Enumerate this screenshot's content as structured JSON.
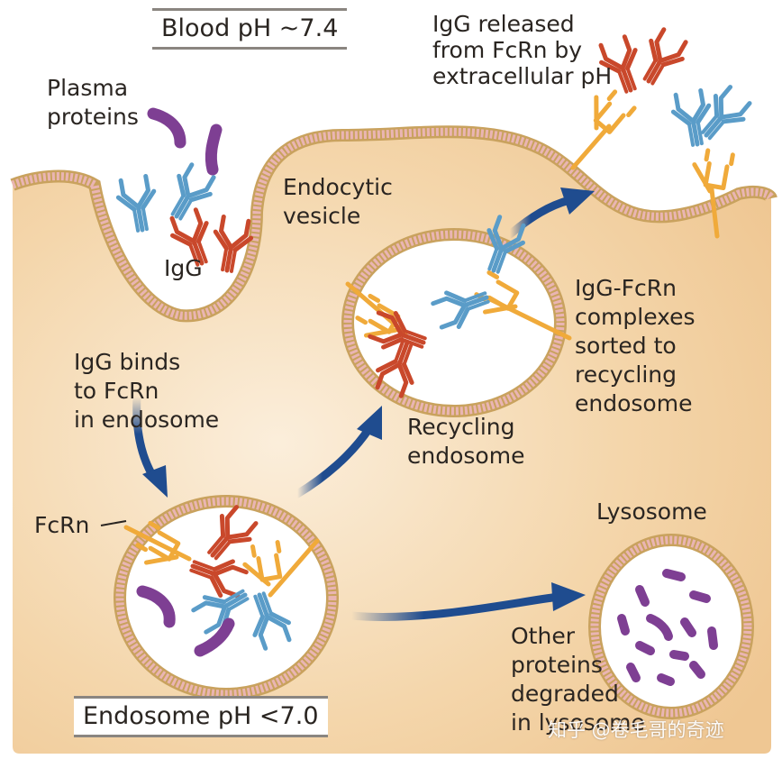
{
  "labels": {
    "blood_ph": "Blood pH ~7.4",
    "plasma_proteins": "Plasma\nproteins",
    "endocytic_vesicle": "Endocytic\nvesicle",
    "igg": "IgG",
    "igg_released": "IgG released\nfrom FcRn by\nextracellular pH",
    "igg_binds": "IgG binds\nto FcRn\nin endosome",
    "recycling_endosome": "Recycling\nendosome",
    "complexes_sorted": "IgG-FcRn\ncomplexes\nsorted to\nrecycling\nendosome",
    "fcrn": "FcRn",
    "lysosome": "Lysosome",
    "other_proteins": "Other\nproteins\ndegraded\nin lysosome",
    "endosome_ph": "Endosome pH <7.0"
  },
  "watermark": "知乎 @卷毛哥的奇迹",
  "colors": {
    "cytoplasm": "#f2cf9f",
    "membrane_pink": "#e4a7a8",
    "membrane_gold": "#c9a25e",
    "igg_red": "#c9482b",
    "igg_blue": "#5a9cc8",
    "fcrn_orange": "#f0aa3a",
    "plasma_protein_purple": "#7e3f93",
    "arrow_blue": "#1f4c8f"
  }
}
